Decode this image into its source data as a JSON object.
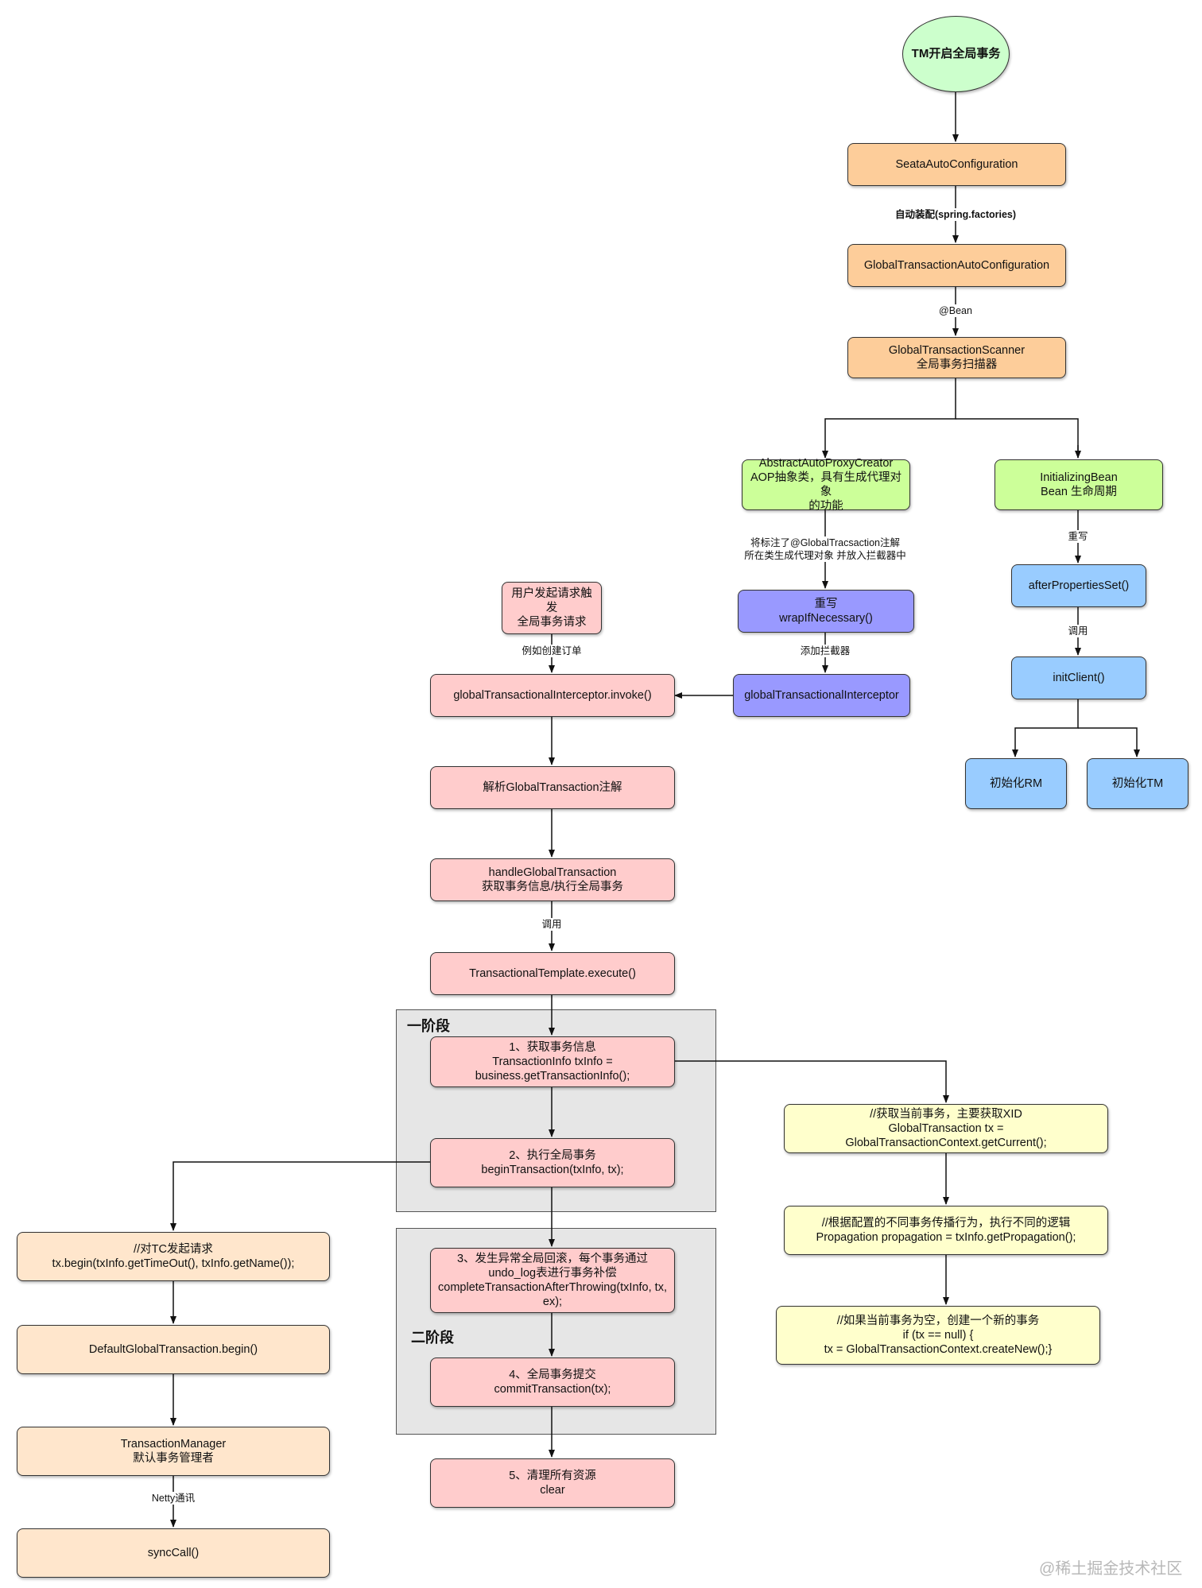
{
  "nodes": {
    "tm_start": "TM开启全局事务",
    "seata_auto": "SeataAutoConfiguration",
    "gt_auto": "GlobalTransactionAutoConfiguration",
    "gt_scanner": "GlobalTransactionScanner\n全局事务扫描器",
    "aapc": "AbstractAutoProxyCreator\nAOP抽象类，具有生成代理对象\n的功能",
    "init_bean": "InitializingBean\nBean 生命周期",
    "wrap": "重写\nwrapIfNecessary()",
    "after_props": "afterPropertiesSet()",
    "gti": "globalTransactionalInterceptor",
    "init_client": "initClient()",
    "init_rm": "初始化RM",
    "init_tm": "初始化TM",
    "user_req": "用户发起请求触发\n全局事务请求",
    "invoke": "globalTransactionalInterceptor.invoke()",
    "parse": "解析GlobalTransaction注解",
    "handle": "handleGlobalTransaction\n获取事务信息/执行全局事务",
    "execute": "TransactionalTemplate.execute()",
    "step1": "1、获取事务信息\nTransactionInfo txInfo =\nbusiness.getTransactionInfo();",
    "step2": "2、执行全局事务\nbeginTransaction(txInfo, tx);",
    "step3": "3、发生异常全局回滚，每个事务通过\nundo_log表进行事务补偿\ncompleteTransactionAfterThrowing(txInfo, tx,\nex);",
    "step4": "4、全局事务提交\ncommitTransaction(tx);",
    "step5": "5、清理所有资源\nclear",
    "get_current": "//获取当前事务，主要获取XID\nGlobalTransaction tx =\nGlobalTransactionContext.getCurrent();",
    "propagation": "//根据配置的不同事务传播行为，执行不同的逻辑\nPropagation propagation = txInfo.getPropagation();",
    "create_new": "//如果当前事务为空，创建一个新的事务\nif (tx == null) {\ntx = GlobalTransactionContext.createNew();}",
    "tc_request": "//对TC发起请求\ntx.begin(txInfo.getTimeOut(), txInfo.getName());",
    "default_begin": "DefaultGlobalTransaction.begin()",
    "tx_manager": "TransactionManager\n默认事务管理者",
    "sync_call": "syncCall()"
  },
  "edge_labels": {
    "auto_assembly": "自动装配(spring.factories)",
    "bean": "@Bean",
    "mark_proxy": "将标注了@GlobalTracsaction注解\n所在类生成代理对象 并放入拦截器中",
    "override": "重写",
    "add_interceptor": "添加拦截器",
    "call_after": "调用",
    "example_order": "例如创建订单",
    "call_handle": "调用",
    "netty": "Netty通讯"
  },
  "phases": {
    "phase1": "一阶段",
    "phase2": "二阶段"
  },
  "watermark": "@稀土掘金技术社区",
  "colors": {
    "line": "#111111",
    "orange": "#fdcd9a",
    "green": "#ccff99",
    "purple": "#9999ff",
    "blue": "#99ccff",
    "pink": "#ffcccc",
    "peach": "#ffe6cc",
    "yellow": "#ffffcc",
    "ellipse": "#ccffcc",
    "phase": "#e6e6e6"
  }
}
